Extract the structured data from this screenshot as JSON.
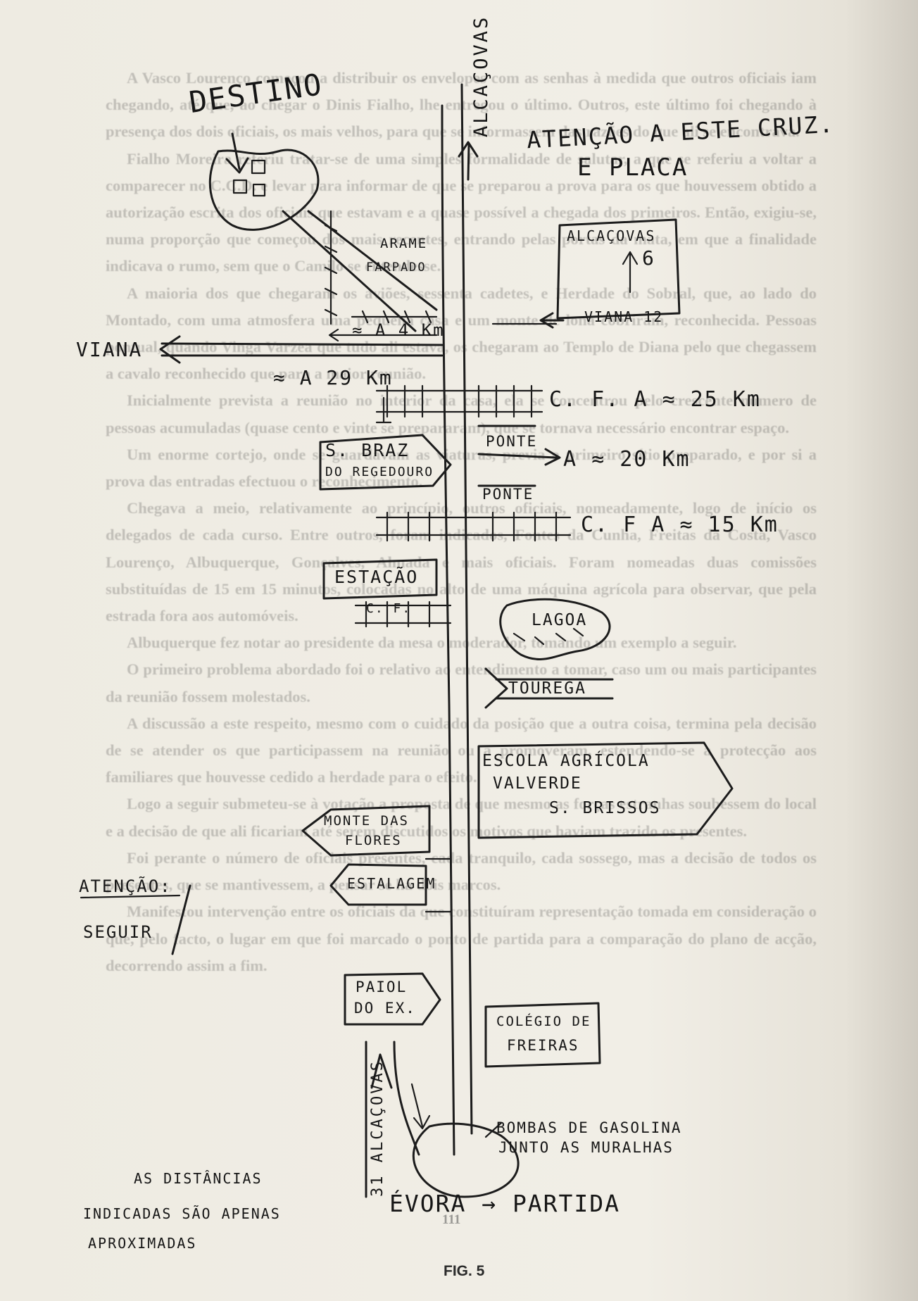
{
  "bleed_paragraphs": [
    "A Vasco Lourenço começou a distribuir os envelopes com as senhas à medida que outros oficiais iam chegando, até que, ao chegar o Dinis Fialho, lhe entregou o último. Outros, este último foi chegando à presença dos dois oficiais, os mais velhos, para que se informassem das razões do que ali se encontrava.",
    "Fialho Moreira referiu tratar-se de uma simples formalidade de salutar, a que se referiu a voltar a comparecer no C.C.D. e levar para informar de que se preparou a prova para os que houvessem obtido a autorização escrita dos oficiais que estavam e a quase possível a chegada dos primeiros. Então, exigiu-se, numa proporção que começou dos mais recentes, entrando pelas portas da mata, em que a finalidade indicava o rumo, sem que o Camilo se entendesse.",
    "A maioria dos que chegaram os aviões, sessenta cadetes, e Herdade do Sobral, que, ao lado do Montado, com uma atmosfera uma pequena casa e um monte de lona cobriram, reconhecida. Pessoas pontual, quando Vinga Varzea que tudo ali estava, os chegaram ao Templo de Diana pelo que chegassem a cavalo reconhecido que para a maior reunião.",
    "Inicialmente prevista a reunião no interior da casa, ela se concentrou pelo crescente número de pessoas acumuladas (quase cento e vinte se prepararam), que se tornava necessário encontrar espaço.",
    "Um enorme cortejo, onde se guardavam as viaturas, previa o primeiro sítio preparado, e por si a prova das entradas efectuou o reconhecimento.",
    "Chegava a meio, relativamente ao princípio, outros oficiais, nomeadamente, logo de início os delegados de cada curso. Entre outros, foram indicados, Fontes da Cunha, Freitas da Costa, Vasco Lourenço, Albuquerque, Gonçalves, Almada e mais oficiais. Foram nomeadas duas comissões substituídas de 15 em 15 minutos, colocadas no alto de uma máquina agrícola para observar, que pela estrada fora aos automóveis.",
    "Albuquerque fez notar ao presidente da mesa o moderador, tomando um exemplo a seguir.",
    "O primeiro problema abordado foi o relativo ao entendimento a tomar, caso um ou mais participantes da reunião fossem molestados.",
    "A discussão a este respeito, mesmo com o cuidado da posição que a outra coisa, termina pela decisão de se atender os que participassem na reunião ou a promoveram, estendendo-se a protecção aos familiares que houvesse cedido a herdade para o efeito.",
    "Logo a seguir submeteu-se à votação a proposta de que mesmo as forças estranhas soubessem do local e a decisão de que ali ficariam até serem discutidos os motivos que haviam trazido os presentes.",
    "Foi perante o número de oficiais presentes, cada tranquilo, cada sossego, mas a decisão de todos os presentes, que se mantivessem, a pensar se há dois marcos.",
    "Manifestou intervenção entre os oficiais da que constituíram representação tomada em consideração o que, pelo facto, o lugar em que foi marcado o ponto de partida para a comparação do plano de acção, decorrendo assim a fim."
  ],
  "labels": {
    "alcacovas_top": "ALCAÇOVAS",
    "destino": "DESTINO",
    "atencao_cruz": "ATENÇÃO A ESTE CRUZ.",
    "e_placa": "E PLACA",
    "arame_farpado": [
      "ARAME",
      "FARPADO"
    ],
    "alcacovas_sign": "ALCAÇOVAS",
    "alcacovas_sign_num": "6",
    "viana_12": "VIANA 12",
    "approx_4km": "≈ A 4 Km",
    "viana": "VIANA",
    "approx_29km": "≈ A 29 Km",
    "cf_25km": "C. F. A ≈ 25 Km",
    "s_braz": "S. BRAZ",
    "do_regedouro": "DO REGEDOURO",
    "ponte_1": "PONTE",
    "approx_20km": "A ≈ 20 Km",
    "ponte_2": "PONTE",
    "cf_15km": "C. F A ≈ 15 Km",
    "estacao": "ESTAÇÃO",
    "cf_small": "C. F.",
    "lagoa": "LAGOA",
    "tourega": "TOUREGA",
    "escola_agricola": "ESCOLA AGRÍCOLA",
    "valverde": "VALVERDE",
    "s_brissos": "S. BRISSOS",
    "monte_das_flores": [
      "MONTE DAS",
      "FLORES"
    ],
    "estalagem": "ESTALAGEM",
    "atencao_seguir": [
      "ATENÇÃO:",
      "SEGUIR"
    ],
    "paiol_do_ex": [
      "PAIOL",
      "DO EX."
    ],
    "colegio_de_freiras": [
      "COLÉGIO DE",
      "FREIRAS"
    ],
    "alcacovas_31": "31 ALCAÇOVAS",
    "bombas": [
      "BOMBAS DE GASOLINA",
      "JUNTO AS MURALHAS"
    ],
    "distancias_note": [
      "AS DISTÂNCIAS",
      "INDICADAS SÃO  APENAS",
      "APROXIMADAS"
    ],
    "evora_partida": "ÉVORA → PARTIDA"
  },
  "caption": "FIG. 5",
  "page_number": "111"
}
